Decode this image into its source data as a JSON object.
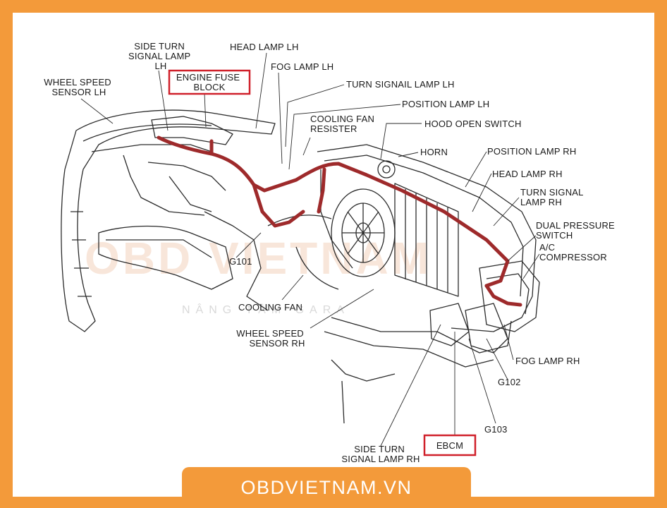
{
  "labels": {
    "wheel_speed_sensor_lh": [
      "WHEEL SPEED",
      "SENSOR LH"
    ],
    "side_turn_signal_lamp_lh": [
      "SIDE TURN",
      "SIGNAL LAMP",
      "LH"
    ],
    "engine_fuse_block": [
      "ENGINE FUSE",
      "BLOCK"
    ],
    "head_lamp_lh": "HEAD LAMP LH",
    "fog_lamp_lh": "FOG LAMP LH",
    "turn_signal_lamp_lh": "TURN SIGNAIL LAMP LH",
    "position_lamp_lh": "POSITION LAMP LH",
    "cooling_fan_resister": [
      "COOLING FAN",
      "RESISTER"
    ],
    "hood_open_switch": "HOOD OPEN SWITCH",
    "horn": "HORN",
    "position_lamp_rh": "POSITION LAMP RH",
    "head_lamp_rh": "HEAD LAMP RH",
    "turn_signal_lamp_rh": [
      "TURN SIGNAL",
      "LAMP RH"
    ],
    "dual_pressure_switch": [
      "DUAL PRESSURE",
      "SWITCH"
    ],
    "ac_compressor": [
      "A/C",
      "COMPRESSOR"
    ],
    "g101": "G101",
    "cooling_fan": "COOLING FAN",
    "wheel_speed_sensor_rh": [
      "WHEEL SPEED",
      "SENSOR RH"
    ],
    "fog_lamp_rh": "FOG LAMP RH",
    "g102": "G102",
    "g103": "G103",
    "side_turn_signal_lamp_rh": [
      "SIDE TURN",
      "SIGNAL LAMP RH"
    ],
    "ebcm": "EBCM"
  },
  "watermark": {
    "logo": "OBD VIETNAM",
    "tagline": "NÂNG TẦM GARA"
  },
  "footer": {
    "site": "OBDVIETNAM.VN"
  },
  "colors": {
    "frame": "#f39a3a",
    "highlight_box": "#d0202a",
    "harness": "#9e2a2b"
  }
}
